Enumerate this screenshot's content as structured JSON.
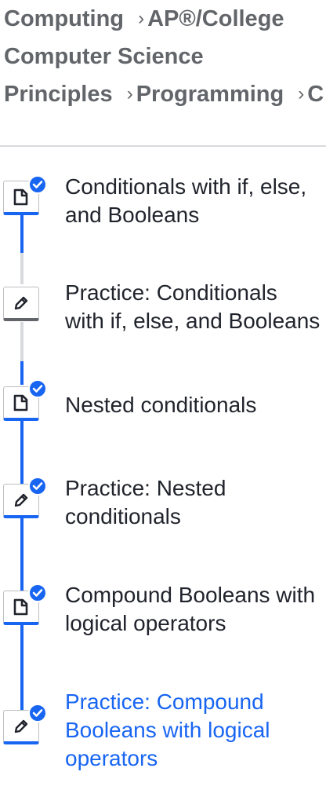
{
  "breadcrumb": {
    "line1": {
      "a": "Computing",
      "b": "AP®/College"
    },
    "line2": {
      "a": "Computer Science"
    },
    "line3": {
      "a": "Principles",
      "b": "Programming",
      "c": "C"
    },
    "separator": "›"
  },
  "items": [
    {
      "line1": "Conditionals with if, else,",
      "line2": "and Booleans",
      "icon": "article-icon",
      "completed": true
    },
    {
      "line1": "Practice: Conditionals",
      "line2": "with if, else, and Booleans",
      "icon": "pencil-icon",
      "completed": false
    },
    {
      "line1": "Nested conditionals",
      "icon": "article-icon",
      "completed": true
    },
    {
      "line1": "Practice: Nested",
      "line2": "conditionals",
      "icon": "pencil-icon",
      "completed": true
    },
    {
      "line1": "Compound Booleans with",
      "line2": "logical operators",
      "icon": "article-icon",
      "completed": true
    },
    {
      "line1": "Practice: Compound",
      "line2": "Booleans with logical",
      "line3": "operators",
      "icon": "pencil-icon",
      "completed": true,
      "active": true
    }
  ],
  "colors": {
    "accent": "#1865f2",
    "text": "#21242c",
    "muted": "#626569",
    "track_inactive": "#d9dadd"
  }
}
